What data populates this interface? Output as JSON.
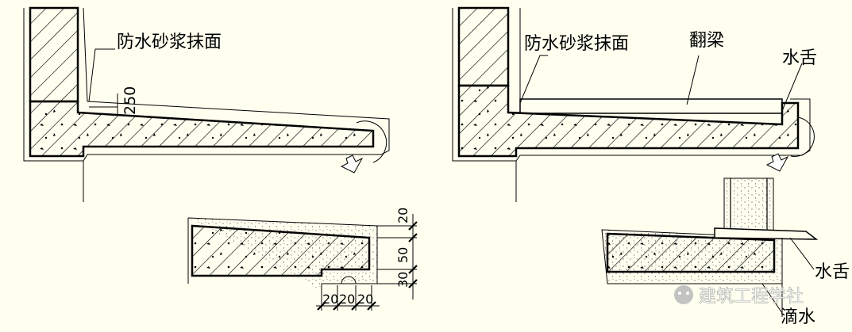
{
  "labels": {
    "left_mortar": "防水砂浆抹面",
    "left_dim_250": "250",
    "right_mortar": "防水砂浆抹面",
    "right_beam": "翻梁",
    "right_tongue_top": "水舌",
    "right_tongue_detail": "水舌",
    "drip": "滴水"
  },
  "dims": {
    "v_top": "20",
    "v_mid": "50",
    "v_bot": "30",
    "h_1": "20",
    "h_2": "20",
    "h_3": "20"
  },
  "watermark": {
    "text": "建筑工程学社"
  },
  "colors": {
    "background": "#fffff0",
    "line": "#000000",
    "watermark": "#ffffff"
  }
}
